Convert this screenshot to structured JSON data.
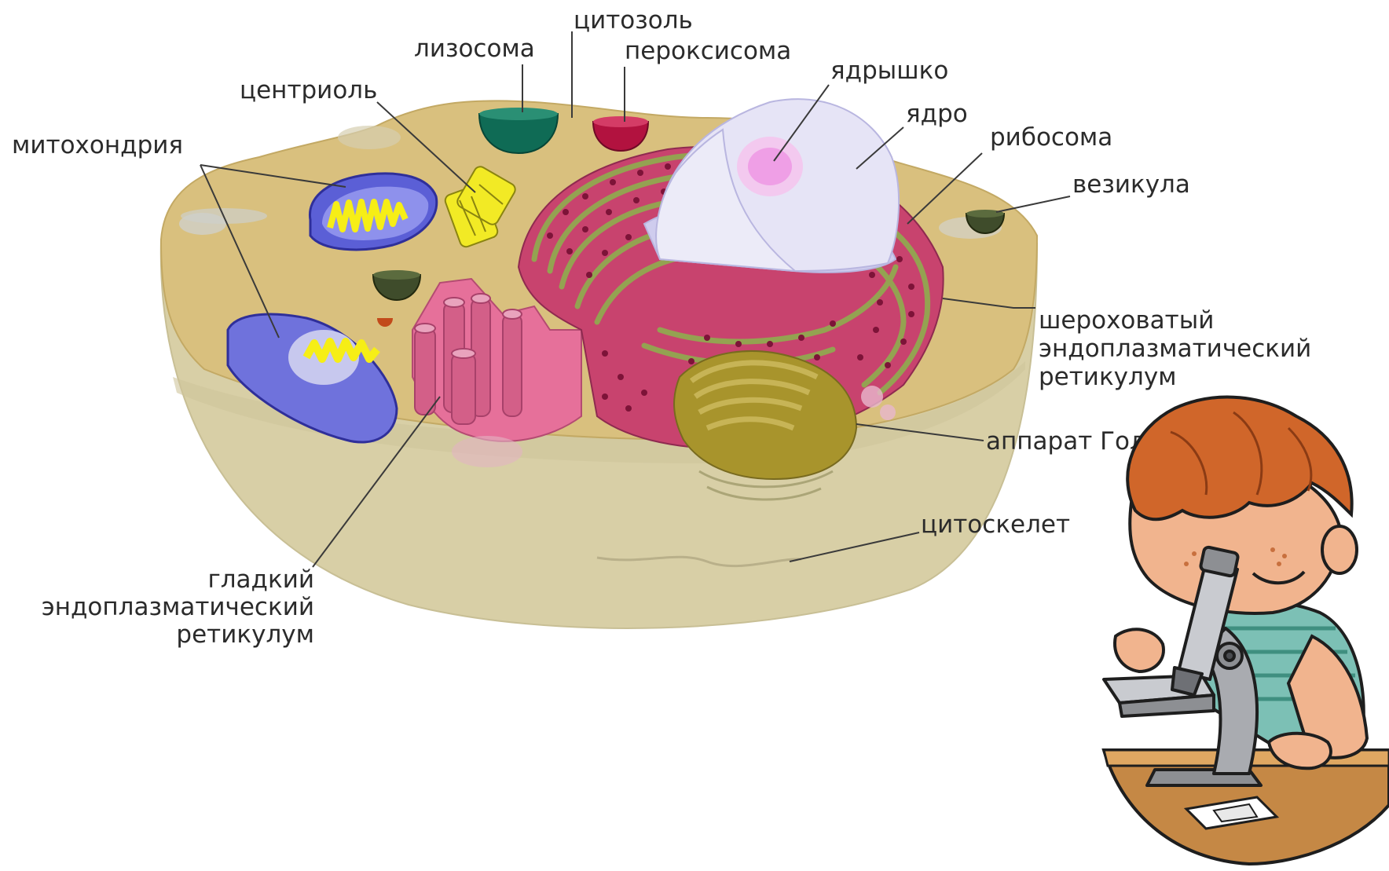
{
  "labels": {
    "cytosol": "цитозоль",
    "lysosome": "лизосома",
    "peroxisome": "пероксисома",
    "nucleolus": "ядрышко",
    "centriole": "центриоль",
    "nucleus": "ядро",
    "ribosome": "рибосома",
    "mitochondria": "митохондрия",
    "vesicle": "везикула",
    "rough_er": [
      "шероховатый",
      "эндоплазматический",
      "ретикулум"
    ],
    "golgi": "аппарат Гольджи",
    "cytoskeleton": "цитоскелет",
    "smooth_er": [
      "гладкий",
      "эндоплазматический",
      "ретикулум"
    ]
  },
  "colors": {
    "cytoplasm": "#d9c07e",
    "cell_body": "#d8cfa6",
    "nucleus": "#e6e4f6",
    "nucleolus": "#f0a8e8",
    "er": "#c8436e",
    "er_stripe": "#94a251",
    "mitochondria_outer": "#5b5fd6",
    "mitochondria_inner": "#f6ee16",
    "centriole": "#f2ea25",
    "lysosome": "#0f6b55",
    "peroxisome": "#b2123f",
    "vesicle": "#3f4c2b",
    "golgi": "#a8942c",
    "leader": "#3a3a3a"
  },
  "icons": {
    "scientist": "boy-with-microscope-icon"
  }
}
